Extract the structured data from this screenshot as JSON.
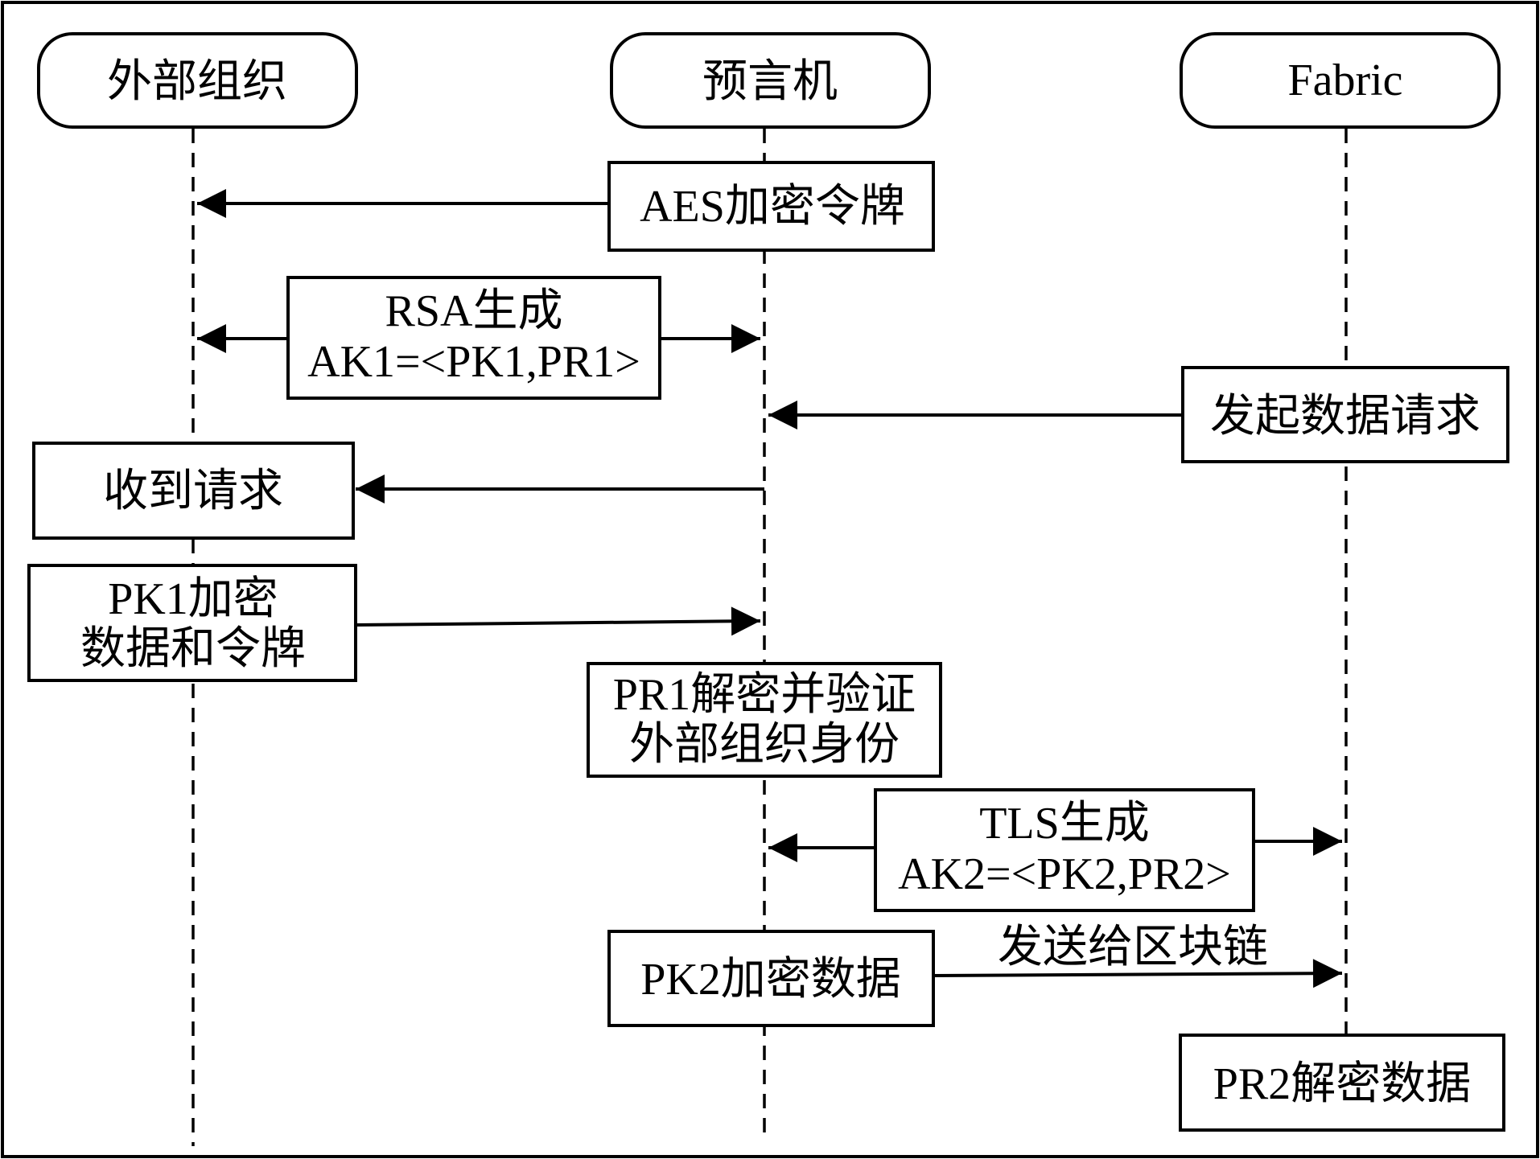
{
  "participants": {
    "external_org": "外部组织",
    "oracle": "预言机",
    "fabric": "Fabric"
  },
  "steps": {
    "aes_token": "AES加密令牌",
    "rsa_generate": {
      "line1": "RSA生成",
      "line2": "AK1=<PK1,PR1>"
    },
    "initiate_request": "发起数据请求",
    "receive_request": "收到请求",
    "pk1_encrypt": {
      "line1": "PK1加密",
      "line2": "数据和令牌"
    },
    "pr1_decrypt_verify": {
      "line1": "PR1解密并验证",
      "line2": "外部组织身份"
    },
    "tls_generate": {
      "line1": "TLS生成",
      "line2": "AK2=<PK2,PR2>"
    },
    "pk2_encrypt": "PK2加密数据",
    "send_to_blockchain": "发送给区块链",
    "pr2_decrypt": "PR2解密数据"
  }
}
